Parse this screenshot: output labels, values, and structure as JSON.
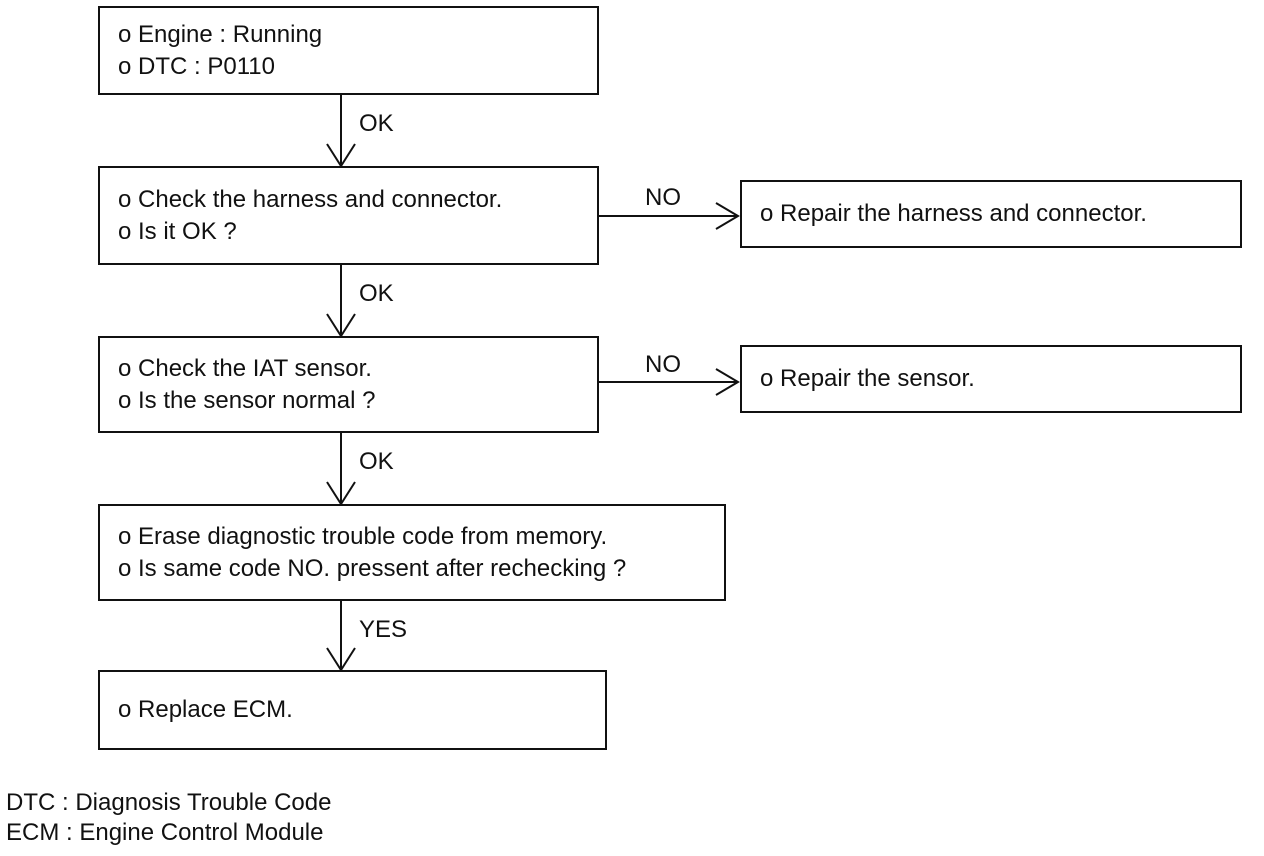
{
  "steps": [
    {
      "lines": [
        "o  Engine : Running",
        "o  DTC : P0110"
      ]
    },
    {
      "lines": [
        "o  Check the harness and connector.",
        "o  Is it OK ?"
      ]
    },
    {
      "lines": [
        "o  Check the IAT sensor.",
        "o  Is the sensor normal ?"
      ]
    },
    {
      "lines": [
        "o  Erase diagnostic trouble code from memory.",
        "o  Is same code NO. pressent after rechecking ?"
      ]
    },
    {
      "lines": [
        "o  Replace ECM."
      ]
    }
  ],
  "side_boxes": [
    {
      "text": "o  Repair the harness and connector."
    },
    {
      "text": "o  Repair the sensor."
    }
  ],
  "down_labels": [
    "OK",
    "OK",
    "OK",
    "YES"
  ],
  "side_labels": [
    "NO",
    "NO"
  ],
  "legend": [
    "DTC : Diagnosis Trouble Code",
    "ECM : Engine Control Module"
  ]
}
